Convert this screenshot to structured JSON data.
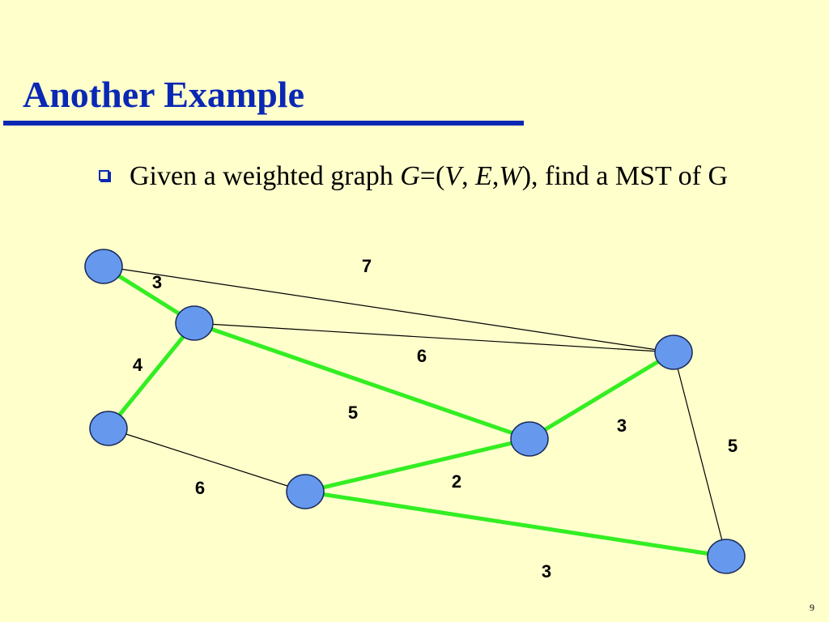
{
  "slide": {
    "title": "Another Example",
    "bullet": {
      "prefix": "Given a weighted graph ",
      "g": "G",
      "eq_paren": "=(",
      "v": "V",
      "comma_space": ", ",
      "e": "E",
      "comma": ",",
      "w": "W",
      "suffix": "), find a MST of G"
    },
    "page_number": "9"
  },
  "graph": {
    "colors": {
      "node_fill": "#6699ee",
      "node_stroke": "#1a2a5a",
      "mst_edge": "#33ee22",
      "other_edge": "#000000"
    },
    "nodes": [
      "A",
      "B",
      "C",
      "D",
      "E",
      "F",
      "G"
    ],
    "edges": [
      {
        "from": "A",
        "to": "D",
        "weight": "7",
        "in_mst": false
      },
      {
        "from": "A",
        "to": "B",
        "weight": "3",
        "in_mst": true
      },
      {
        "from": "B",
        "to": "D",
        "weight": "6",
        "in_mst": false
      },
      {
        "from": "B",
        "to": "C",
        "weight": "4",
        "in_mst": true
      },
      {
        "from": "B",
        "to": "F",
        "weight": "5",
        "in_mst": true
      },
      {
        "from": "F",
        "to": "D",
        "weight": "3",
        "in_mst": true
      },
      {
        "from": "C",
        "to": "E",
        "weight": "6",
        "in_mst": false
      },
      {
        "from": "E",
        "to": "F",
        "weight": "2",
        "in_mst": true
      },
      {
        "from": "D",
        "to": "G",
        "weight": "5",
        "in_mst": false
      },
      {
        "from": "E",
        "to": "G",
        "weight": "3",
        "in_mst": true
      }
    ]
  }
}
